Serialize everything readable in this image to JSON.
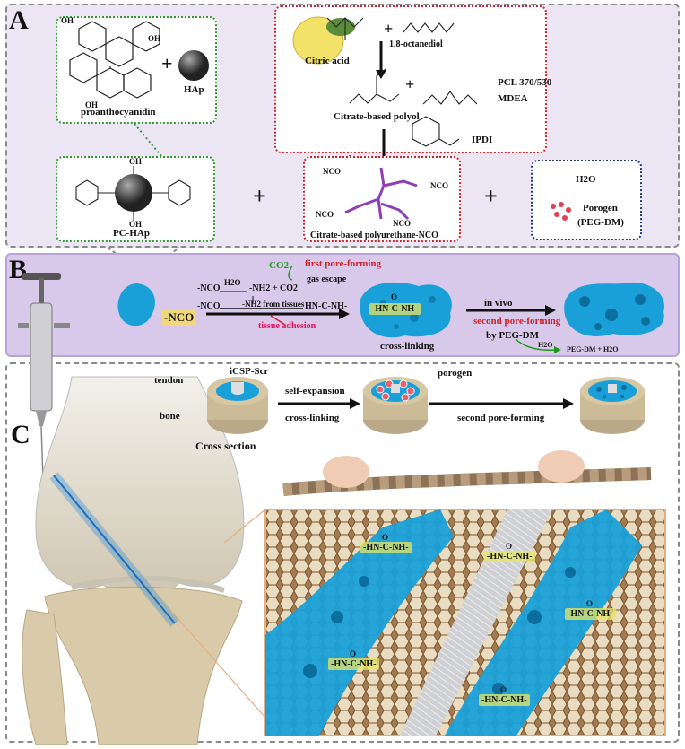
{
  "panels": {
    "a": "A",
    "b": "B",
    "c": "C"
  },
  "panel_a": {
    "proanthocyanidin": "proanthocyanidin",
    "hap": "HAp",
    "plus": "+",
    "citric_acid": "Citric acid",
    "octanediol": "1,8-octanediol",
    "pcl": "PCL 370/530",
    "mdea": "MDEA",
    "citrate_polyol": "Citrate-based polyol",
    "ipdi": "IPDI",
    "pc_hap": "PC-HAp",
    "pu_nco": "Citrate-based polyurethane-NCO",
    "h2o": "H2O",
    "porogen": "Porogen",
    "peg_dm": "(PEG-DM)",
    "nco": "NCO",
    "oh": "OH"
  },
  "panel_b": {
    "nco_label": "-NCO",
    "first_pore": "first pore-forming",
    "co2": "CO2",
    "gas_escape": "gas escape",
    "reaction1_left": "-NCO",
    "reaction1_h2o": "H2O",
    "reaction1_right": "-NH2 + CO2",
    "reaction2_left": "-NCO",
    "reaction2_mid": "-NH2 from tissues",
    "reaction2_right": "HN-C-NH-",
    "tissue_adhesion": "tissue adhesion",
    "crosslinking": "cross-linking",
    "urea": "-HN-C-NH-",
    "urea_o": "O",
    "in_vivo": "in vivo",
    "second_pore": "second  pore-forming",
    "by_pegdm": "by PEG-DM",
    "h2o": "H2O",
    "peg_products": "PEG-DM + H2O"
  },
  "panel_c": {
    "tendon": "tendon",
    "icsp": "iCSP-Scr",
    "bone": "bone",
    "cross_section": "Cross section",
    "self_expansion": "self-expansion",
    "crosslinking": "cross-linking",
    "porogen": "porogen",
    "second_pore": "second pore-forming",
    "urea": "-HN-C-NH-",
    "urea_o": "O"
  },
  "colors": {
    "scaffold_blue": "#1aa0d8",
    "reaction_red": "#d0202a",
    "network_green": "#2e9a2e",
    "bone_tan": "#d8c7a3"
  }
}
